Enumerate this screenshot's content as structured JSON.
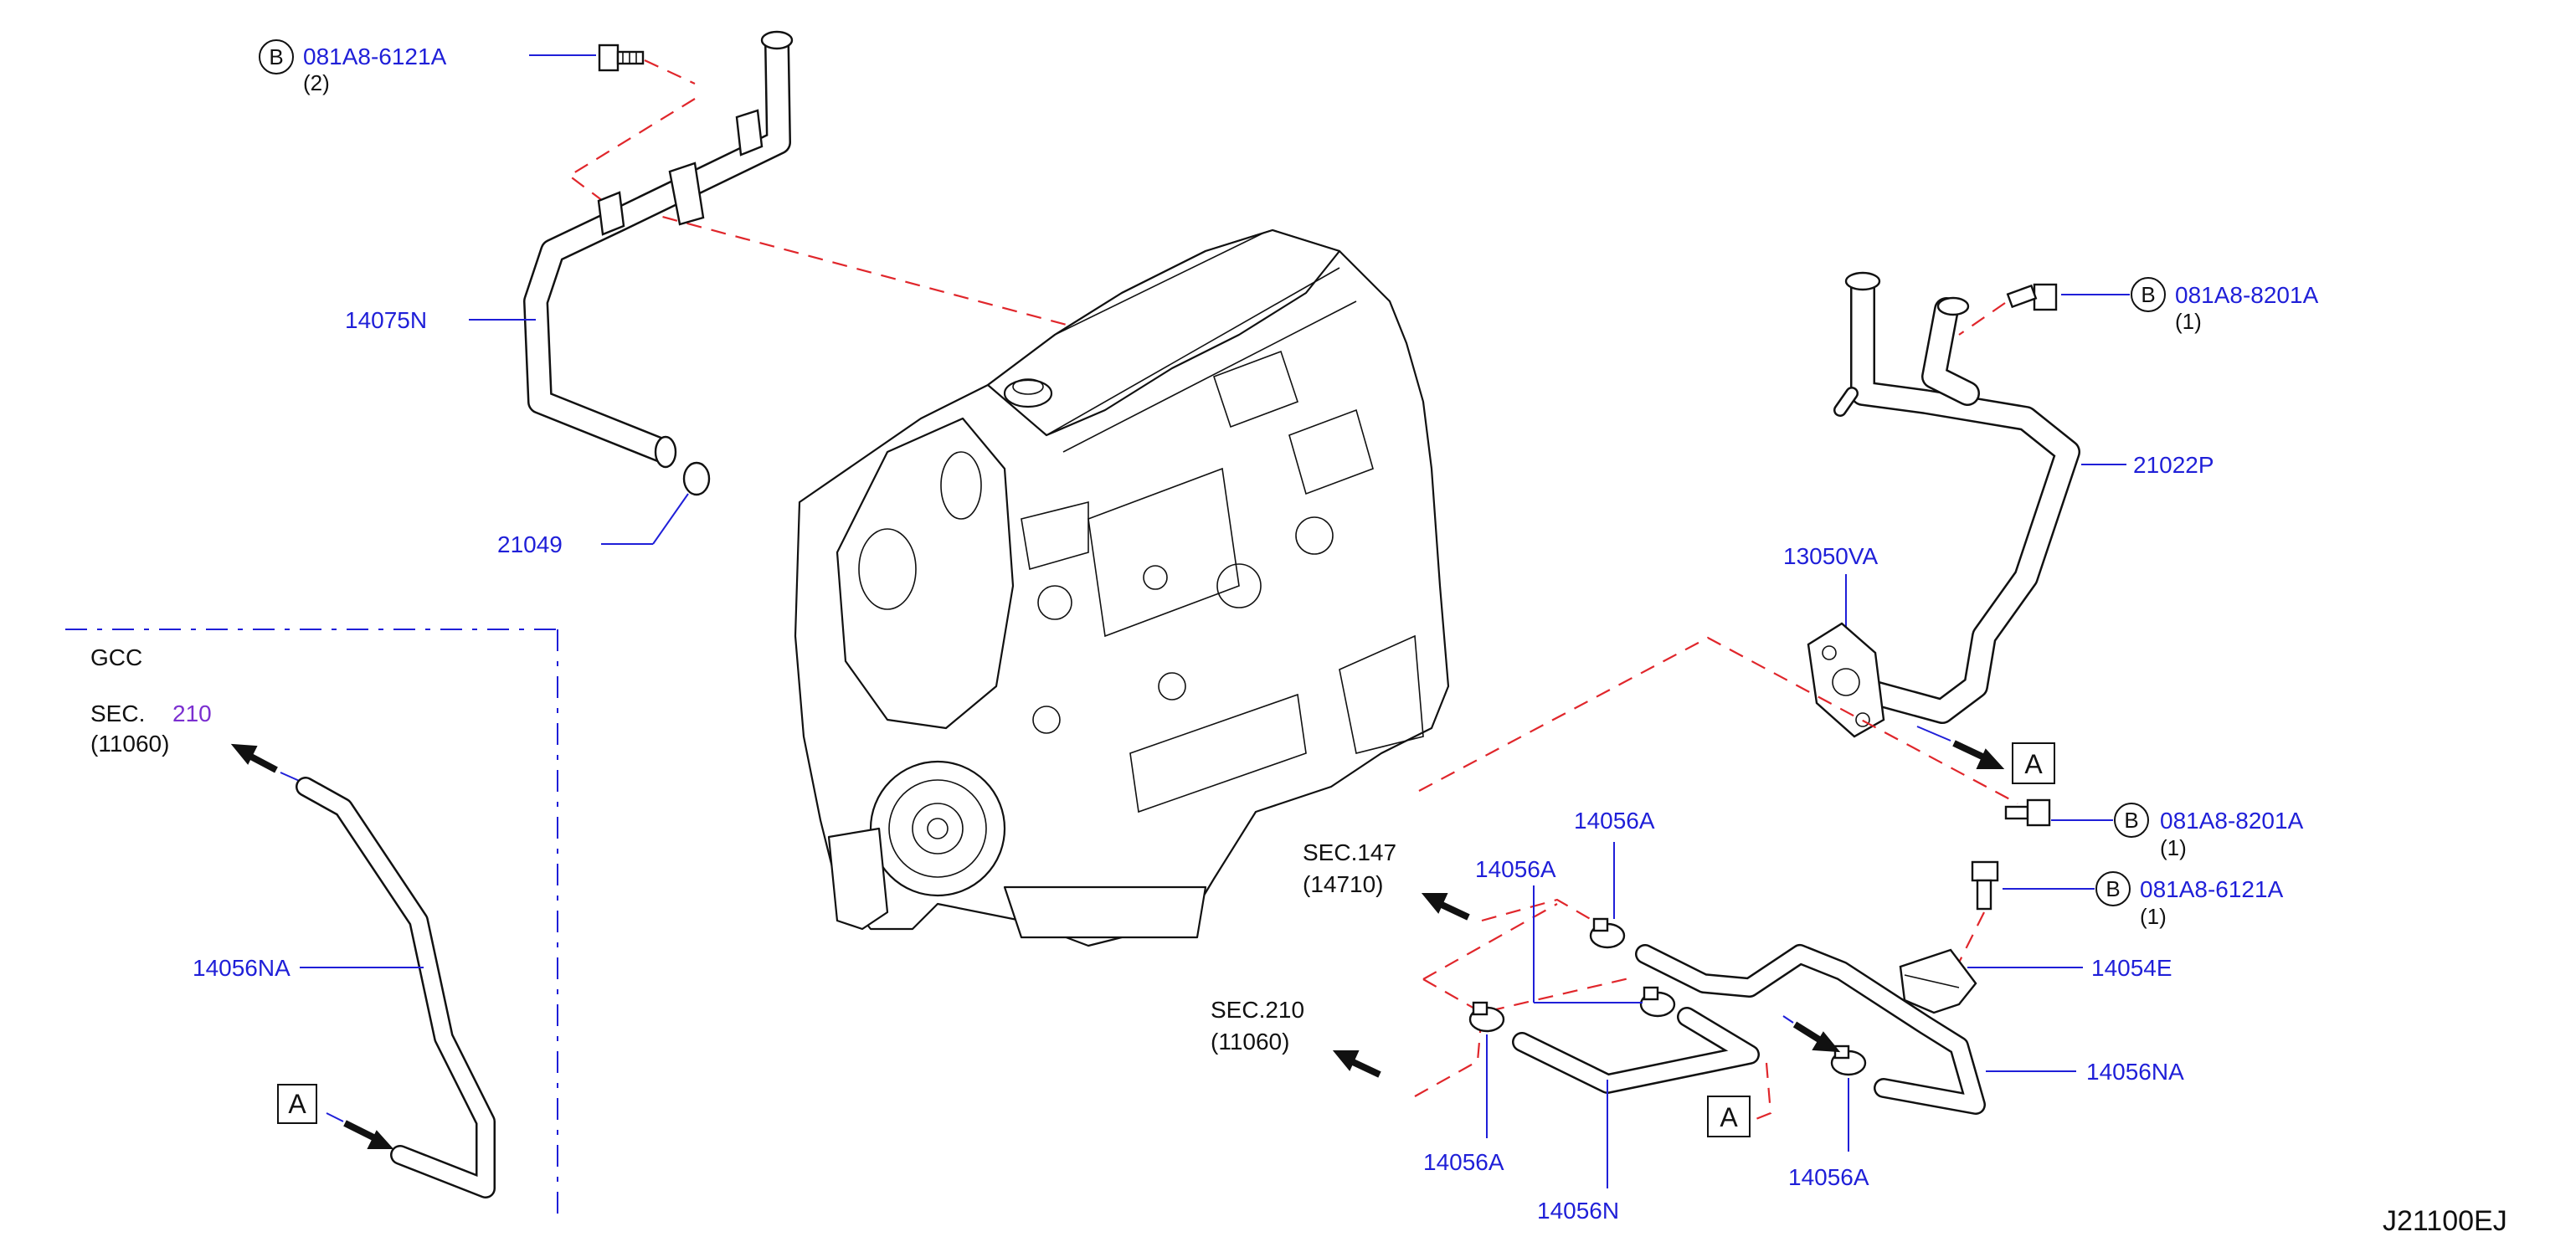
{
  "diagram_code": "J21100EJ",
  "parts": {
    "bolt_top": {
      "circle": "B",
      "number": "081A8-6121A",
      "qty": "(2)"
    },
    "pipe_upper": {
      "number": "14075N"
    },
    "o_ring": {
      "number": "21049"
    },
    "bolt_right_top": {
      "circle": "B",
      "number": "081A8-8201A",
      "qty": "(1)"
    },
    "pipe_right": {
      "number": "21022P"
    },
    "gasket": {
      "number": "13050VA"
    },
    "bolt_right_mid": {
      "circle": "B",
      "number": "081A8-8201A",
      "qty": "(1)"
    },
    "bolt_right_low": {
      "circle": "B",
      "number": "081A8-6121A",
      "qty": "(1)"
    },
    "bracket": {
      "number": "14054E"
    },
    "hose_right": {
      "number": "14056NA"
    },
    "clamp_1": {
      "number": "14056A"
    },
    "clamp_2": {
      "number": "14056A"
    },
    "clamp_3": {
      "number": "14056A"
    },
    "clamp_4": {
      "number": "14056A"
    },
    "hose_lower": {
      "number": "14056N"
    }
  },
  "sections": {
    "sec147": {
      "label": "SEC.147",
      "ref": "(14710)"
    },
    "sec210": {
      "label": "SEC.210",
      "ref": "(11060)"
    }
  },
  "inset": {
    "title": "GCC",
    "sec_label": "SEC.",
    "sec_number": "210",
    "sec_ref": "(11060)",
    "hose": {
      "number": "14056NA"
    },
    "marker": "A"
  },
  "markers": {
    "a_right": "A",
    "a_lower": "A"
  },
  "colors": {
    "label": "#1f1fd8",
    "dash": "#e0262b",
    "sec_number": "#7b2fd0"
  },
  "icons": [
    "bolt-icon",
    "arrow-icon",
    "engine-illustration"
  ]
}
